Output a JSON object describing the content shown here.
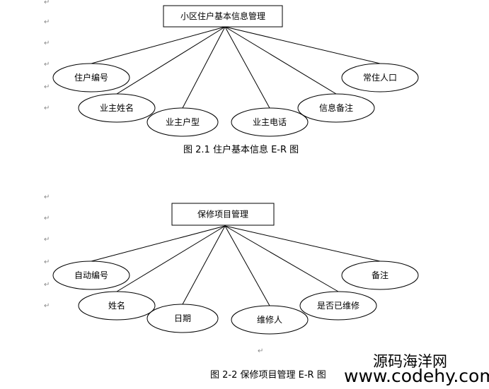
{
  "diagram1": {
    "title": "小区住户基本信息管理",
    "attributes": [
      "住户编号",
      "业主姓名",
      "业主户型",
      "业主电话",
      "信息备注",
      "常住人口"
    ],
    "caption": "图 2.1 住户基本信息 E-R 图"
  },
  "diagram2": {
    "title": "保修项目管理",
    "attributes": [
      "自动编号",
      "姓名",
      "日期",
      "维修人",
      "是否已维修",
      "备注"
    ],
    "caption": "图 2-2 保修项目管理 E-R 图"
  },
  "paragraph_mark": "↵",
  "watermark": {
    "brand_line1": "源码海洋网",
    "brand_line2": "www.codehy.com"
  }
}
